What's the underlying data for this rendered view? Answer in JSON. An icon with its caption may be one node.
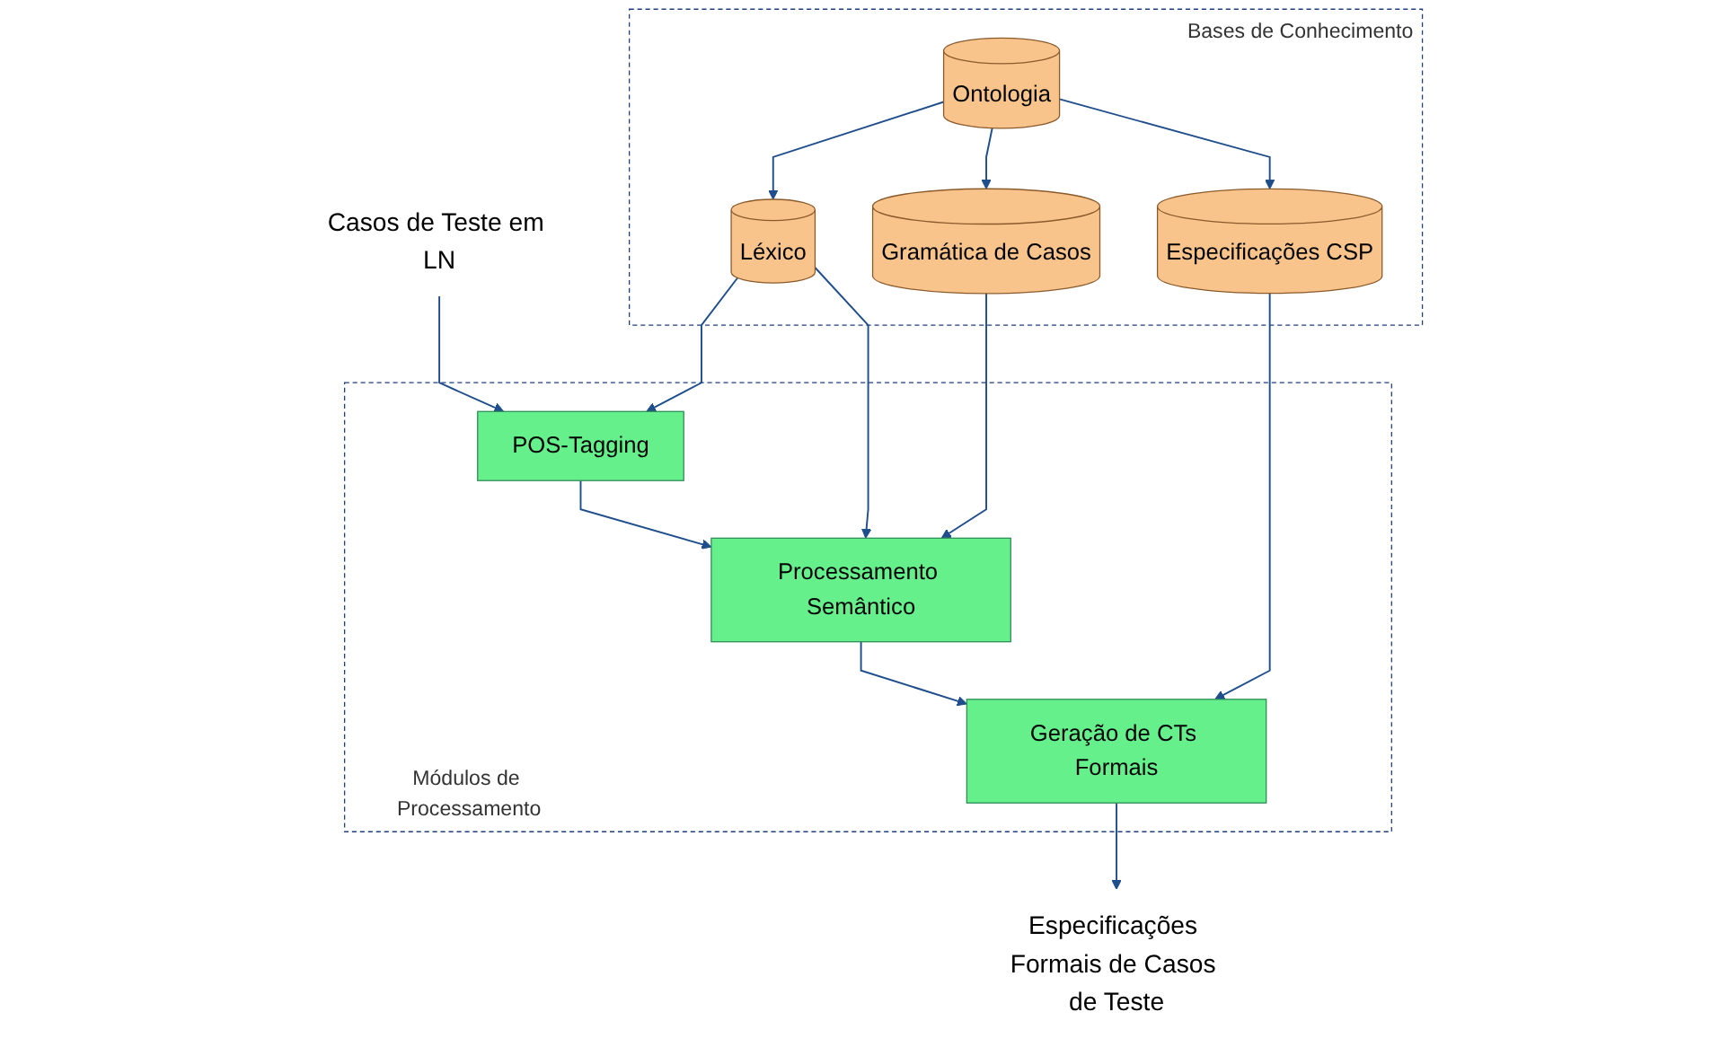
{
  "diagram": {
    "nodes": [
      {
        "text": [
          "Casos de Teste em LN"
        ]
      },
      {
        "text": [
          "Módulos de Processamento"
        ]
      },
      {
        "text": [
          "POS-Tagging"
        ],
        "in": 1
      },
      {
        "text": [
          "Processamento Semântico"
        ],
        "in": 1
      },
      {
        "text": [
          "Geração de CTs Formais"
        ],
        "in": 1
      },
      {
        "text": [
          "Bases de Conhecimento"
        ]
      },
      {
        "text": [
          "Léxico"
        ],
        "in": 5
      },
      {
        "text": [
          "Gramática de Casos"
        ],
        "in": 5
      },
      {
        "text": [
          "Ontologia"
        ],
        "in": 5
      },
      {
        "text": [
          "Especificações CSP"
        ],
        "in": 5
      },
      {
        "text": [
          "Especificações Formais de Casos de Teste"
        ]
      }
    ],
    "edges": [
      {
        "from": 0,
        "to": 2,
        "arrow": "to"
      },
      {
        "from": 2,
        "to": 3,
        "arrow": "to"
      },
      {
        "from": 3,
        "to": 4,
        "arrow": "to"
      },
      {
        "from": 4,
        "to": 10,
        "arrow": "to"
      },
      {
        "from": 6,
        "to": 2,
        "arrow": "to"
      },
      {
        "from": 6,
        "to": 3,
        "arrow": "to"
      },
      {
        "from": 7,
        "to": 3,
        "arrow": "to"
      },
      {
        "from": 8,
        "to": 6,
        "arrow": "to"
      },
      {
        "from": 8,
        "to": 7,
        "arrow": "to"
      },
      {
        "from": 8,
        "to": 9,
        "arrow": "to"
      },
      {
        "from": 9,
        "to": 4,
        "arrow": "to"
      }
    ]
  }
}
